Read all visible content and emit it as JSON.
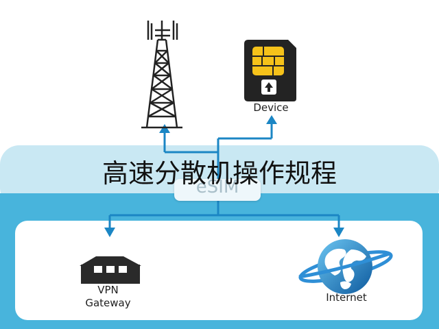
{
  "labels": {
    "device": "Device",
    "vpn_line1": "VPN",
    "vpn_line2": "Gateway",
    "internet": "Internet",
    "esim": "eSIM",
    "overlay_title": "高速分散机操作规程"
  },
  "icons": {
    "tower": "cell-tower-icon",
    "sim": "sim-card-icon",
    "gateway": "warehouse-icon",
    "globe": "globe-icon"
  },
  "colors": {
    "connector": "#1b86c4",
    "band_light": "#c9e8f3",
    "band_dark": "#48b4dc",
    "panel": "#ffffff",
    "sim_body": "#232323",
    "chip": "#f5c21a",
    "text": "#1f1f1f"
  }
}
